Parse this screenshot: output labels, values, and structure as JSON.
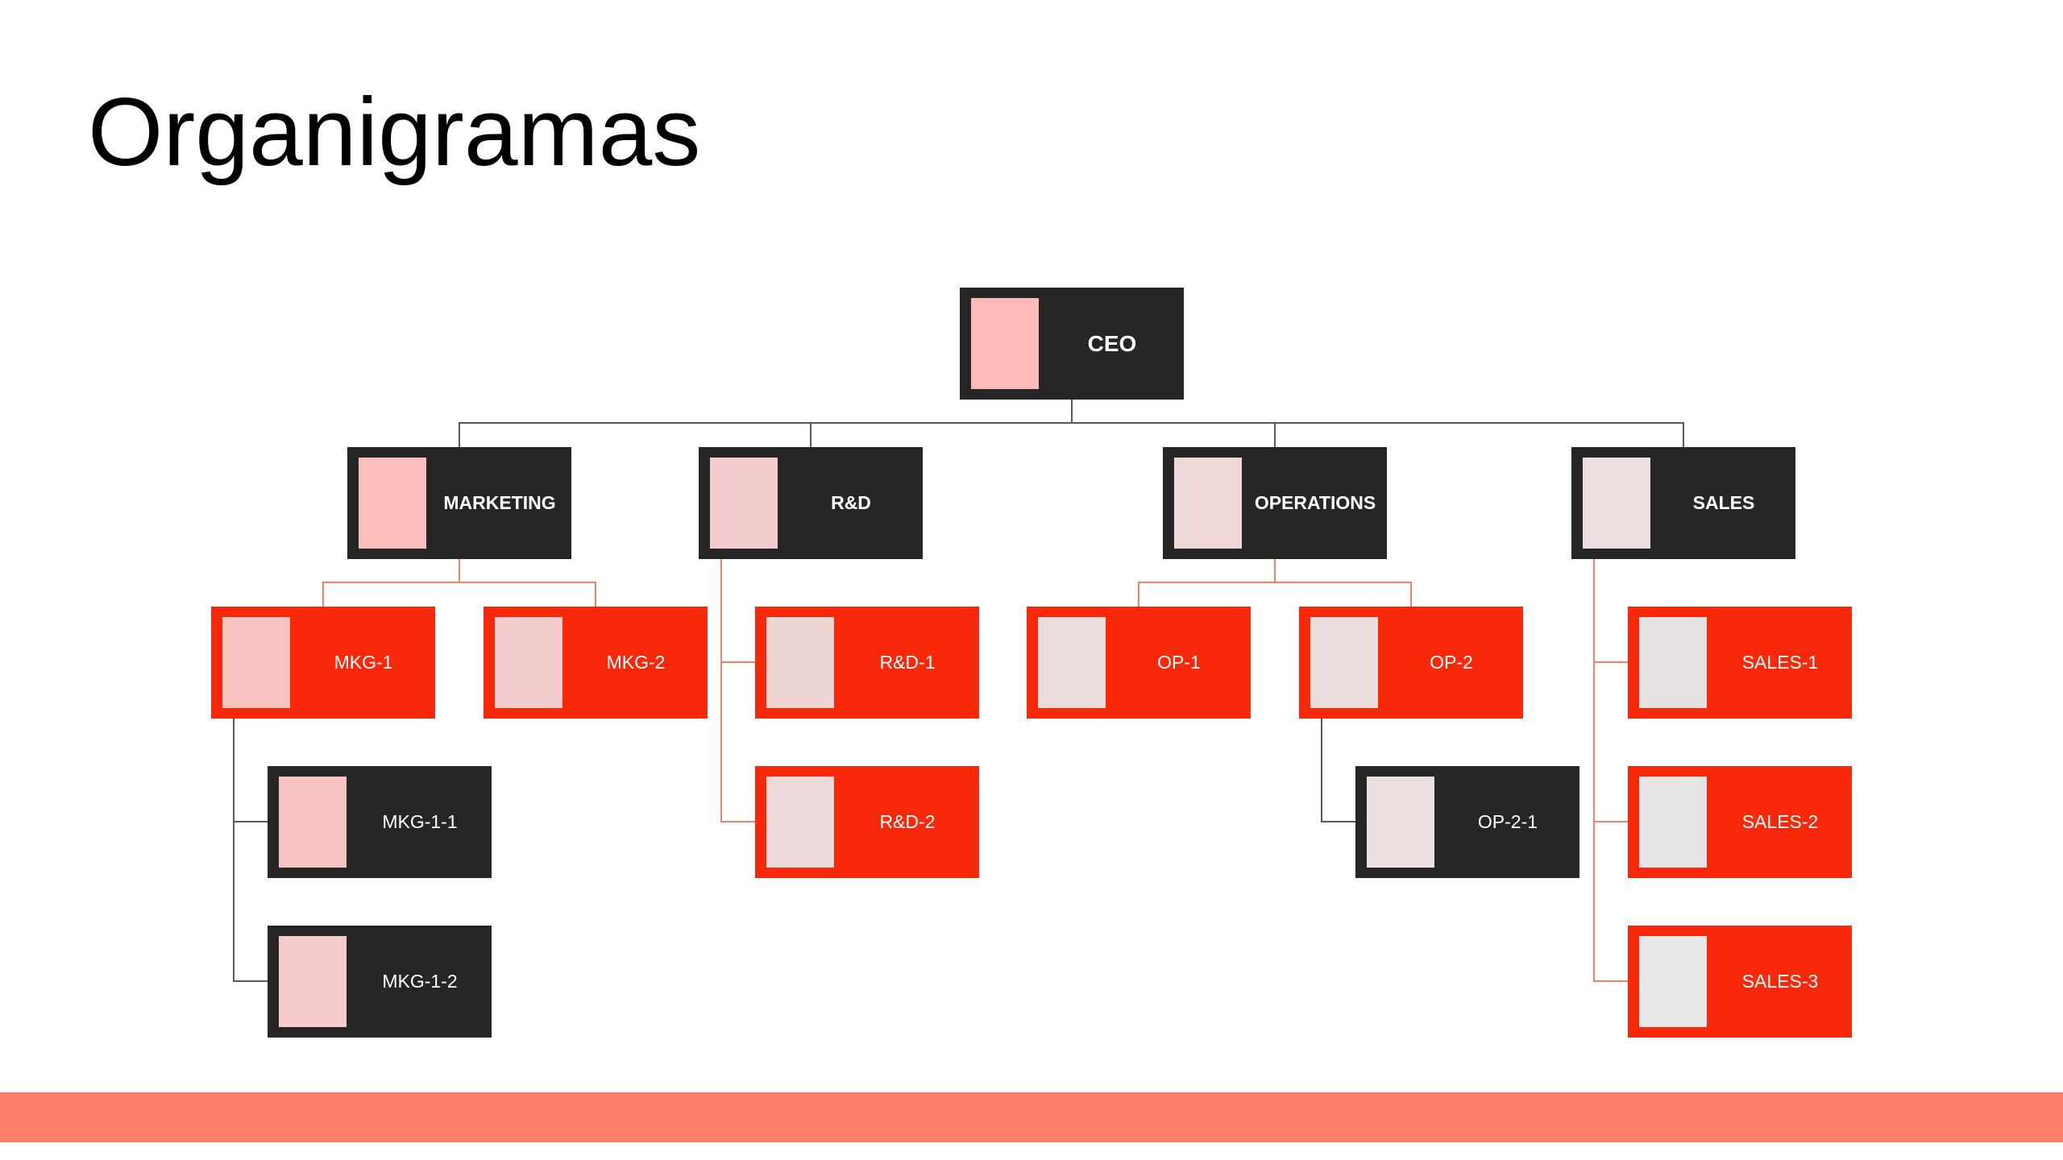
{
  "title": "Organigramas",
  "colors": {
    "dark": "#262626",
    "red": "#f7290a",
    "bar": "#ff7f6b",
    "line_dark": "#595959",
    "line_red": "#f0806a"
  },
  "nodes": [
    {
      "id": "ceo",
      "label": "CEO",
      "fill": "dark",
      "photo": "#ffbaba"
    },
    {
      "id": "marketing",
      "label": "MARKETING",
      "fill": "dark",
      "photo": "#fcbebc"
    },
    {
      "id": "rd",
      "label": "R&D",
      "fill": "dark",
      "photo": "#f4cccd"
    },
    {
      "id": "operations",
      "label": "OPERATIONS",
      "fill": "dark",
      "photo": "#eed7d7"
    },
    {
      "id": "sales",
      "label": "SALES",
      "fill": "dark",
      "photo": "#ebdede"
    },
    {
      "id": "mkg-1",
      "label": "MKG-1",
      "fill": "red",
      "photo": "#f9c3c2"
    },
    {
      "id": "mkg-2",
      "label": "MKG-2",
      "fill": "red",
      "photo": "#f4cccd"
    },
    {
      "id": "rd-1",
      "label": "R&D-1",
      "fill": "red",
      "photo": "#efd4d4"
    },
    {
      "id": "op-1",
      "label": "OP-1",
      "fill": "red",
      "photo": "#ecdbdb"
    },
    {
      "id": "op-2",
      "label": "OP-2",
      "fill": "red",
      "photo": "#eadedd"
    },
    {
      "id": "sales-1",
      "label": "SALES-1",
      "fill": "red",
      "photo": "#e6e1e1"
    },
    {
      "id": "mkg-1-1",
      "label": "MKG-1-1",
      "fill": "dark",
      "photo": "#f9c3c2"
    },
    {
      "id": "rd-2",
      "label": "R&D-2",
      "fill": "red",
      "photo": "#ecd9d9"
    },
    {
      "id": "op-2-1",
      "label": "OP-2-1",
      "fill": "dark",
      "photo": "#ebdfdf"
    },
    {
      "id": "sales-2",
      "label": "SALES-2",
      "fill": "red",
      "photo": "#e6e4e4"
    },
    {
      "id": "mkg-1-2",
      "label": "MKG-1-2",
      "fill": "dark",
      "photo": "#f7cbcb"
    },
    {
      "id": "sales-3",
      "label": "SALES-3",
      "fill": "red",
      "photo": "#e7e7e7"
    }
  ]
}
